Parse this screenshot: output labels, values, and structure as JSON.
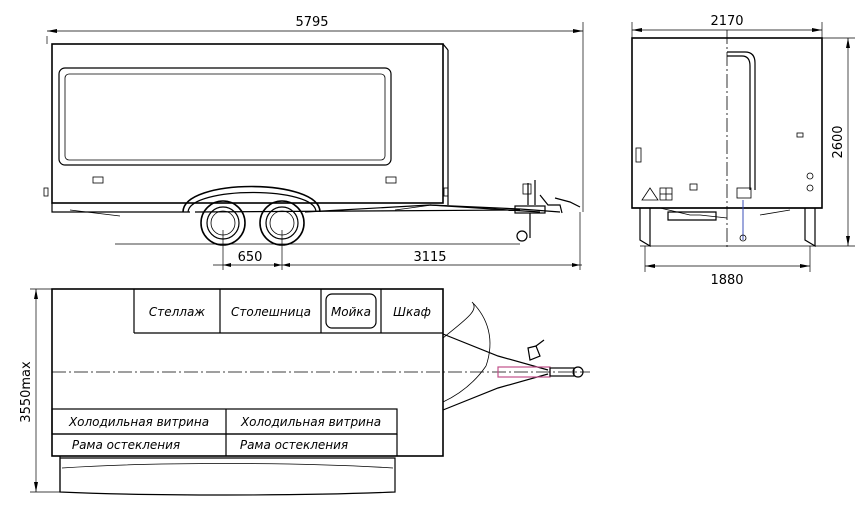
{
  "dimensions": {
    "overall_length": "5795",
    "axle_spacing": "650",
    "axle_to_hitch": "3115",
    "overall_width": "2170",
    "track_width": "1880",
    "overall_height": "2600",
    "plan_width": "3550max"
  },
  "plan_labels": {
    "shelf": "Стеллаж",
    "countertop": "Столешница",
    "sink": "Мойка",
    "cabinet": "Шкаф",
    "fridge_left": "Холодильная витрина",
    "fridge_right": "Холодильная витрина",
    "glazing_left": "Рама остекления",
    "glazing_right": "Рама остекления"
  },
  "colors": {
    "lines": "#000000",
    "hitch_accent": "#c0508a",
    "jack_accent": "#3b4fb8"
  }
}
